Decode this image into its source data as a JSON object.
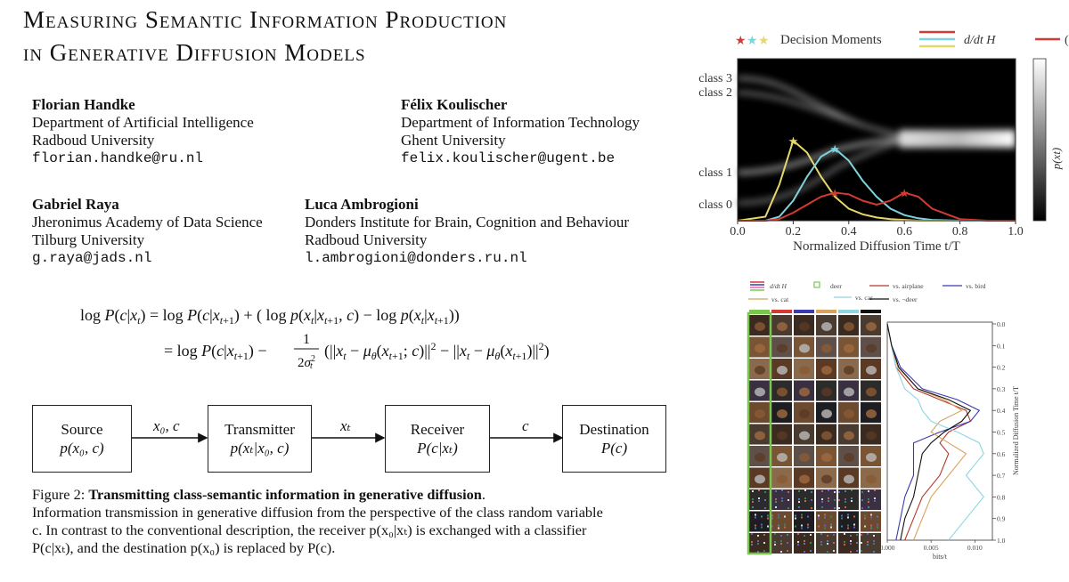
{
  "paper": {
    "title_line1": "Measuring Semantic Information Production",
    "title_line2": "in Generative Diffusion Models",
    "authors": [
      {
        "name": "Florian Handke",
        "affil1": "Department of Artificial Intelligence",
        "affil2": "Radboud University",
        "email": "florian.handke@ru.nl"
      },
      {
        "name": "Félix Koulischer",
        "affil1": "Department of Information Technology",
        "affil2": "Ghent University",
        "email": "felix.koulischer@ugent.be"
      },
      {
        "name": "Gabriel Raya",
        "affil1": "Jheronimus Academy of Data Science",
        "affil2": "Tilburg University",
        "email": "g.raya@jads.nl"
      },
      {
        "name": "Luca Ambrogioni",
        "affil1": "Donders Institute for Brain, Cognition and Behaviour",
        "affil2": "Radboud University",
        "email": "l.ambrogioni@donders.ru.nl"
      }
    ],
    "equation": {
      "line1_lhs": "log P(c|x_t) = log P(c|x_{t+1}) + ( log p(x_t|x_{t+1}, c) − log p(x_t|x_{t+1}) )",
      "line2": "= log P(c|x_{t+1}) − 1/(2σ_t²) ( ||x_t − μ_θ(x_{t+1}; c)||² − ||x_t − μ_θ(x_{t+1})||² )"
    },
    "diagram": {
      "boxes": [
        {
          "label": "Source",
          "sub": "p(x₀, c)"
        },
        {
          "label": "Transmitter",
          "sub": "p(xₜ|x₀, c)"
        },
        {
          "label": "Receiver",
          "sub": "P(c|xₜ)"
        },
        {
          "label": "Destination",
          "sub": "P(c)"
        }
      ],
      "arrows": [
        "x₀, c",
        "xₜ",
        "c"
      ]
    },
    "caption": {
      "prefix": "Figure 2: ",
      "bold": "Transmitting class-semantic information in generative diffusion",
      "bold_end": ".",
      "line1": "Information transmission in generative diffusion from the perspective of the class random variable",
      "line2": "c. In contrast to the conventional description, the receiver p(x₀|xₜ) is exchanged with a classifier",
      "line3": "P(c|xₜ), and the destination p(x₀) is replaced by P(c)."
    }
  },
  "top_chart": {
    "legend": {
      "decision": "Decision Moments",
      "dH": "d/dt H",
      "extra": "("
    },
    "y_class_labels": [
      "class 3",
      "class 2",
      "class 1",
      "class 0"
    ],
    "x_ticks": [
      "0.0",
      "0.2",
      "0.4",
      "0.6",
      "0.8",
      "1.0"
    ],
    "xlabel": "Normalized Diffusion Time t/T",
    "colorbar_label": "p(xt)",
    "colors": {
      "red": "#d33b32",
      "cyan": "#7fd3dc",
      "yellow": "#e6d86a"
    }
  },
  "bottom_chart": {
    "legend": [
      "d/dt H",
      "deer",
      "vs. airplane",
      "vs. bird",
      "vs. cat",
      "vs. car",
      "vs. ¬deer"
    ],
    "y_ticks": [
      "0.0",
      "0.1",
      "0.2",
      "0.3",
      "0.4",
      "0.5",
      "0.6",
      "0.7",
      "0.8",
      "0.9",
      "1.0"
    ],
    "ylabel": "Normalized Diffusion Time t/T",
    "x_ticks": [
      "0.000",
      "0.005",
      "0.010"
    ],
    "xlabel": "bits/t",
    "colors": {
      "airplane": "#b03a2e",
      "bird": "#3b3bb0",
      "cat": "#d9a25a",
      "car": "#8fd6e0",
      "notdeer": "#111111",
      "deer": "#7ac74f"
    }
  },
  "chart_data": [
    {
      "type": "line",
      "title": "",
      "xlabel": "Normalized Diffusion Time t/T",
      "ylabel": "",
      "xlim": [
        0.0,
        1.0
      ],
      "x": [
        0.0,
        0.1,
        0.15,
        0.2,
        0.25,
        0.3,
        0.35,
        0.4,
        0.45,
        0.5,
        0.55,
        0.6,
        0.65,
        0.7,
        0.8,
        0.9,
        1.0
      ],
      "series": [
        {
          "name": "",
          "color": "yellow",
          "values": [
            0.0,
            0.05,
            0.45,
            1.0,
            0.85,
            0.55,
            0.3,
            0.15,
            0.08,
            0.04,
            0.02,
            0.01,
            0.0,
            0.0,
            0.0,
            0.0,
            0.0
          ]
        },
        {
          "name": "",
          "color": "cyan",
          "values": [
            0.0,
            0.0,
            0.05,
            0.25,
            0.55,
            0.8,
            0.9,
            0.75,
            0.5,
            0.3,
            0.15,
            0.07,
            0.03,
            0.01,
            0.0,
            0.0,
            0.0
          ]
        },
        {
          "name": "",
          "color": "red",
          "values": [
            0.0,
            0.0,
            0.02,
            0.1,
            0.2,
            0.3,
            0.35,
            0.33,
            0.25,
            0.2,
            0.25,
            0.35,
            0.3,
            0.15,
            0.02,
            0.0,
            0.0
          ]
        }
      ],
      "decision_moments": [
        0.2,
        0.36,
        0.36,
        0.61
      ]
    },
    {
      "type": "line",
      "xlabel": "bits/t",
      "ylabel": "Normalized Diffusion Time t/T",
      "xlim": [
        0.0,
        0.012
      ],
      "ylim": [
        0.0,
        1.0
      ],
      "y": [
        0.0,
        0.1,
        0.2,
        0.3,
        0.35,
        0.4,
        0.45,
        0.5,
        0.55,
        0.6,
        0.7,
        0.8,
        0.9,
        1.0
      ],
      "series": [
        {
          "name": "vs. airplane",
          "values": [
            0.0,
            0.0005,
            0.001,
            0.003,
            0.006,
            0.009,
            0.0095,
            0.007,
            0.006,
            0.007,
            0.006,
            0.004,
            0.003,
            0.002
          ]
        },
        {
          "name": "vs. bird",
          "values": [
            0.0,
            0.0005,
            0.0015,
            0.004,
            0.008,
            0.0105,
            0.0095,
            0.006,
            0.003,
            0.003,
            0.003,
            0.002,
            0.0015,
            0.001
          ]
        },
        {
          "name": "vs. cat",
          "values": [
            0.0,
            0.0005,
            0.0012,
            0.0035,
            0.0065,
            0.0085,
            0.006,
            0.005,
            0.007,
            0.009,
            0.007,
            0.005,
            0.004,
            0.003
          ]
        },
        {
          "name": "vs. car",
          "values": [
            0.0,
            0.0005,
            0.001,
            0.002,
            0.0035,
            0.004,
            0.005,
            0.008,
            0.0105,
            0.011,
            0.009,
            0.011,
            0.009,
            0.007
          ]
        },
        {
          "name": "vs. ¬deer",
          "values": [
            0.0,
            0.0005,
            0.0013,
            0.0035,
            0.007,
            0.0095,
            0.0085,
            0.0065,
            0.005,
            0.004,
            0.0035,
            0.003,
            0.002,
            0.0015
          ]
        }
      ]
    }
  ]
}
